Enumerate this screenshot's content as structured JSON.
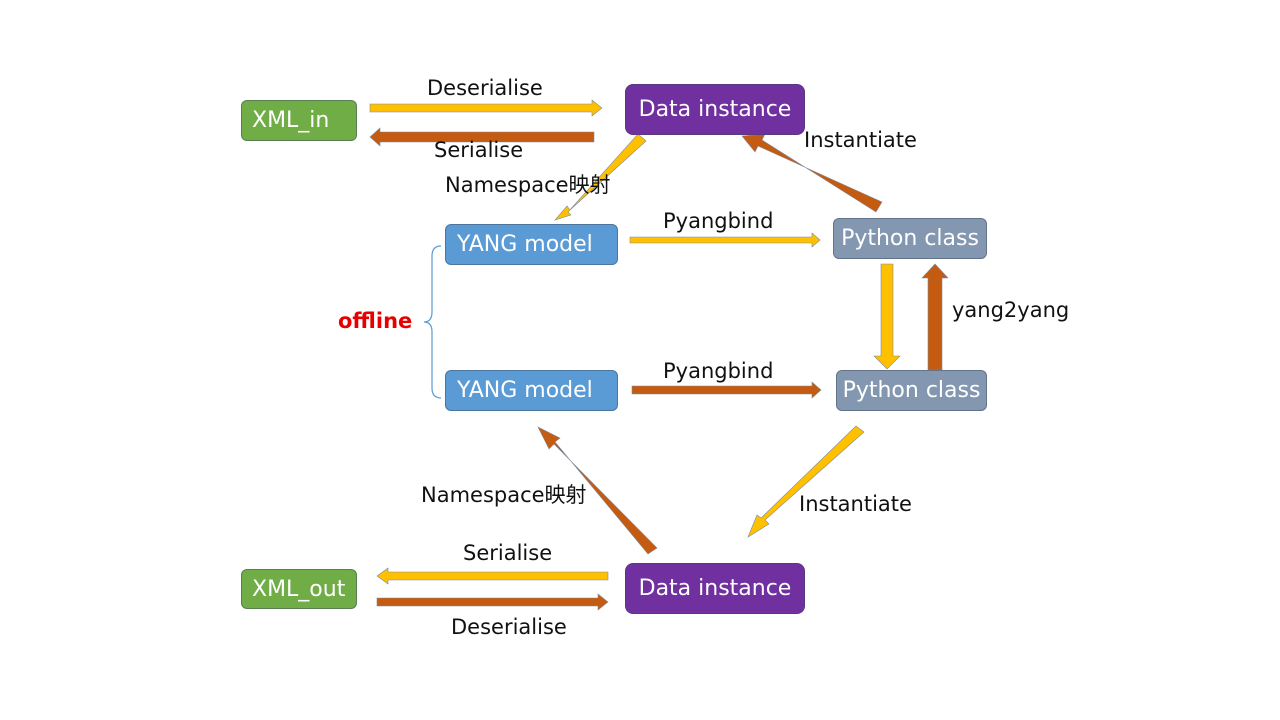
{
  "colors": {
    "xml_node": "#70ad47",
    "data_node": "#7030a0",
    "yang_node": "#5b9bd5",
    "python_node": "#8497b0",
    "arrow_yellow": "#ffc000",
    "arrow_orange": "#c55a11",
    "bracket": "#5b9bd5",
    "offline_text": "#e60000"
  },
  "nodes": {
    "xml_in": "XML_in",
    "xml_out": "XML_out",
    "data_instance_top": "Data instance",
    "data_instance_bottom": "Data instance",
    "yang_model_top": "YANG model",
    "yang_model_bottom": "YANG model",
    "python_class_top": "Python class",
    "python_class_bottom": "Python class"
  },
  "labels": {
    "deserialise_top": "Deserialise",
    "serialise_top": "Serialise",
    "namespace_top": "Namespace映射",
    "instantiate_top": "Instantiate",
    "pyangbind_top": "Pyangbind",
    "yang2yang": "yang2yang",
    "pyangbind_bottom": "Pyangbind",
    "instantiate_bottom": "Instantiate",
    "namespace_bottom": "Namespace映射",
    "serialise_bottom": "Serialise",
    "deserialise_bottom": "Deserialise",
    "offline": "offline"
  }
}
